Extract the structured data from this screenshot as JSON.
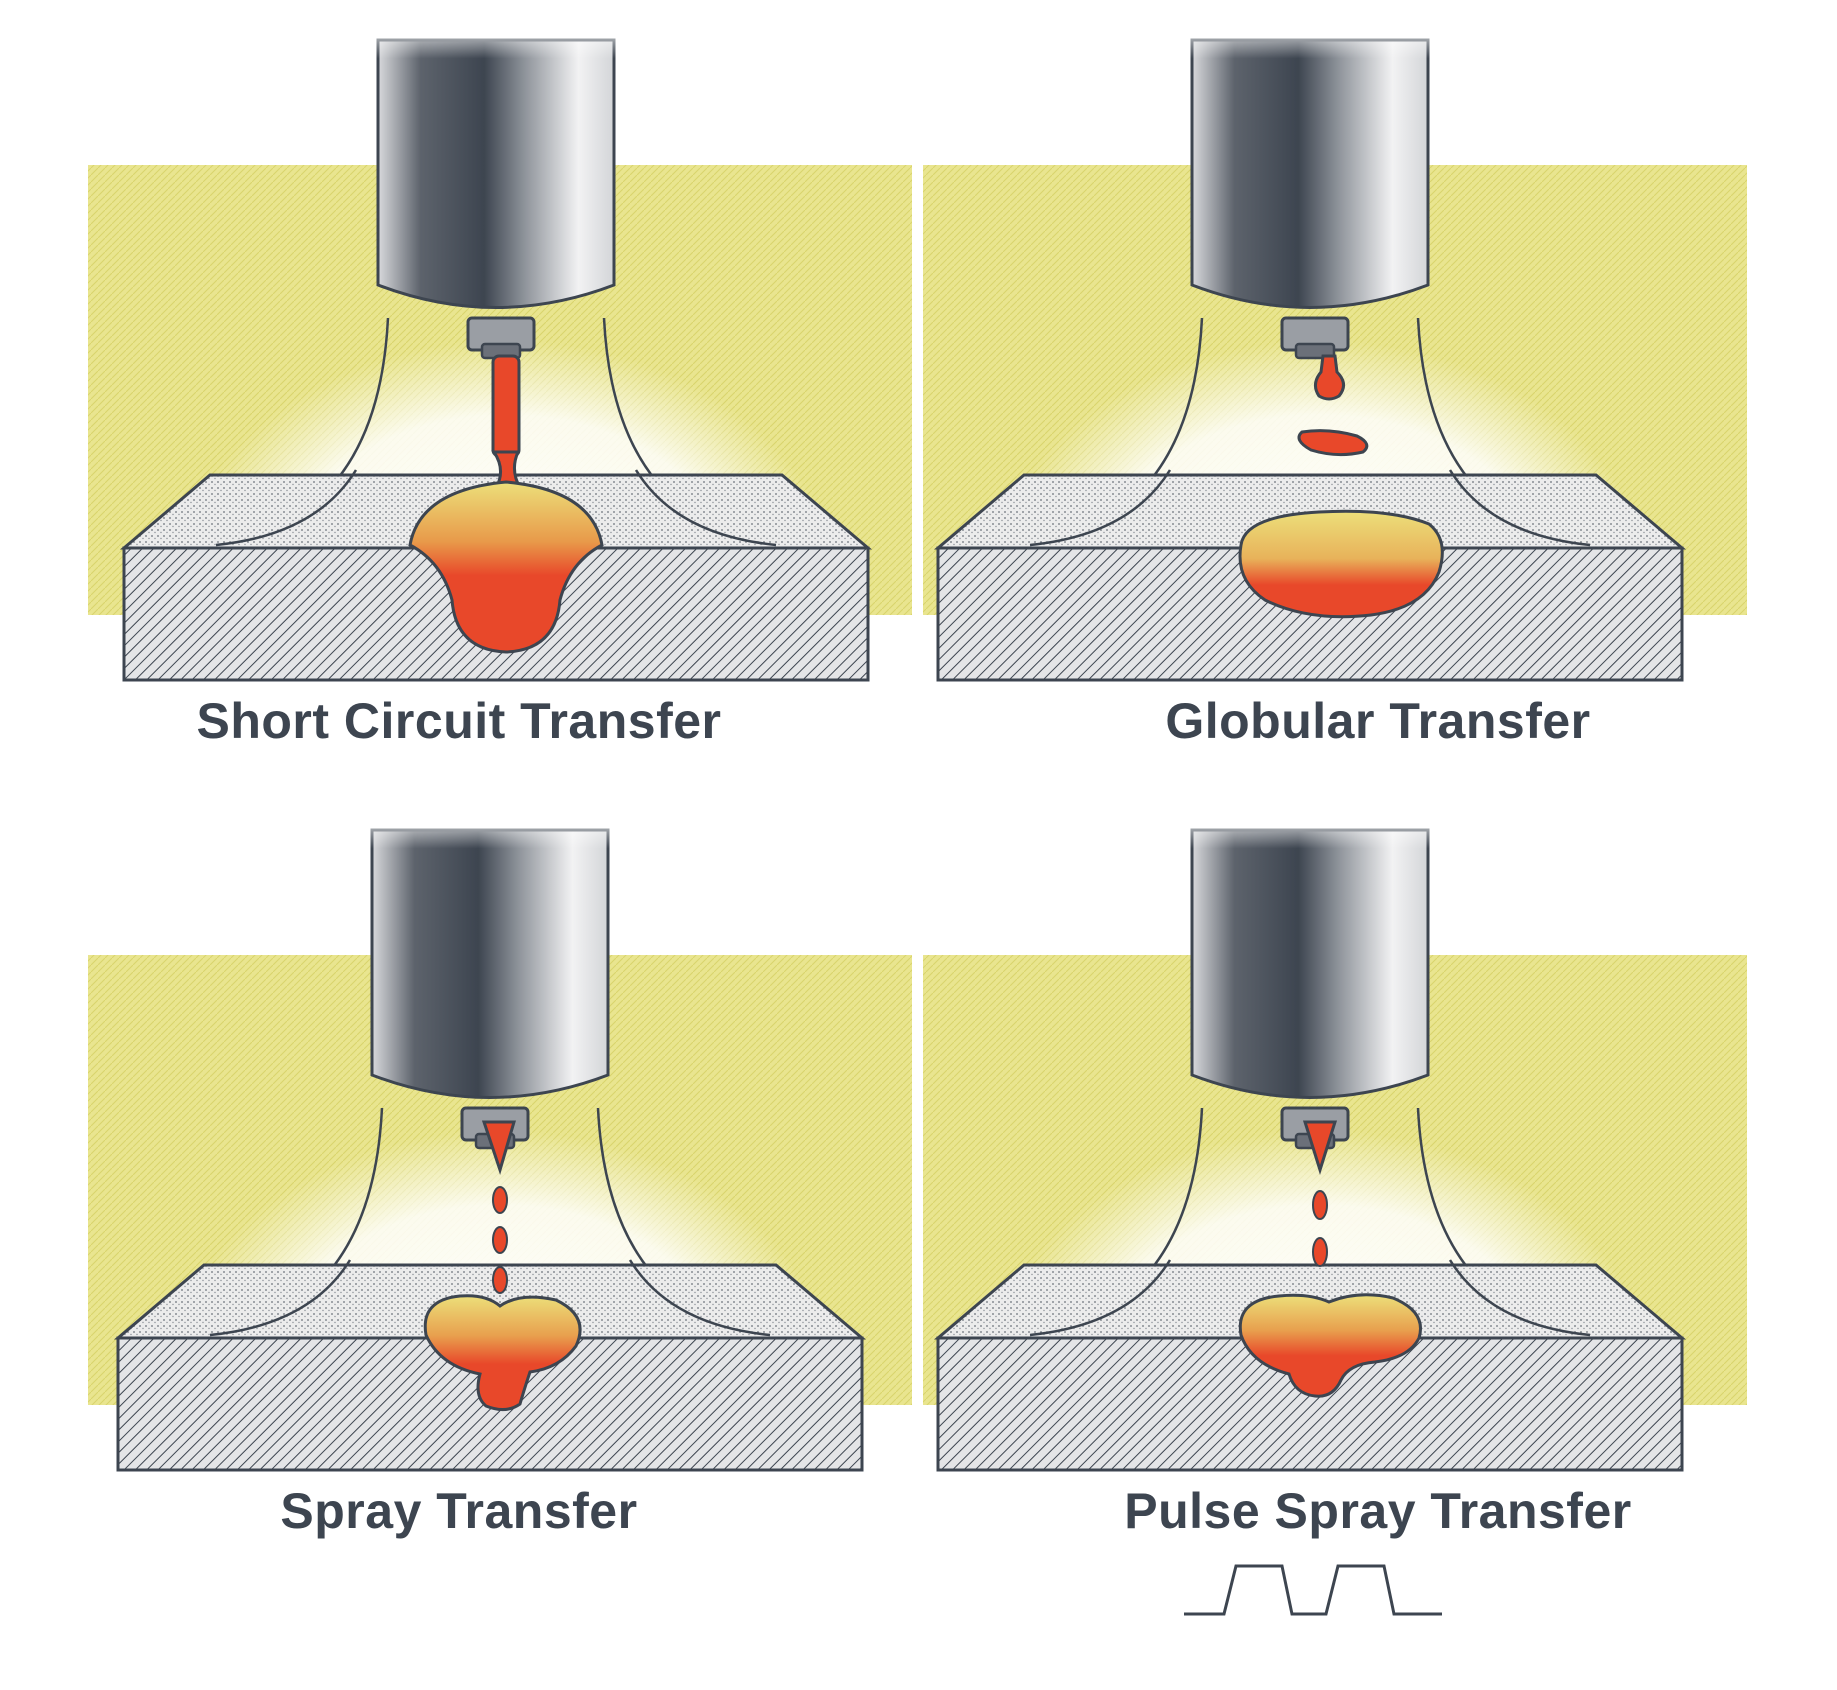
{
  "colors": {
    "background": "#ffffff",
    "glow": "#e6e28a",
    "metal": "#e4e5e7",
    "ink": "#3d4550",
    "molten": "#e8482a",
    "molten_hot": "#ecdf7a"
  },
  "panels": [
    {
      "id": "short-circuit",
      "label": "Short Circuit Transfer",
      "mode": "short-circuit"
    },
    {
      "id": "globular",
      "label": "Globular Transfer",
      "mode": "globular"
    },
    {
      "id": "spray",
      "label": "Spray Transfer",
      "mode": "spray"
    },
    {
      "id": "pulse-spray",
      "label": "Pulse Spray Transfer",
      "mode": "pulse"
    }
  ],
  "pulse_waveform": {
    "icon": "square-pulse-waveform-icon",
    "pulses": 2
  }
}
